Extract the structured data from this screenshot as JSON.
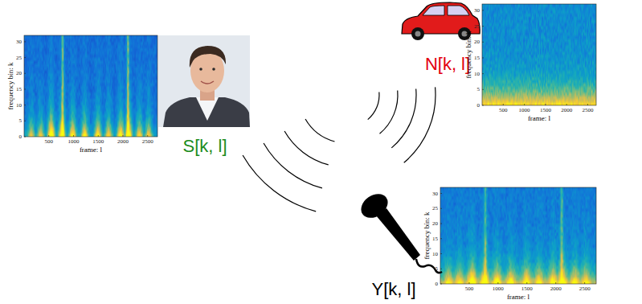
{
  "diagram": {
    "labels": [
      "S[k, l]",
      "N[k, l]",
      "Y[k, l]",
      "0",
      "5",
      "10",
      "15",
      "20",
      "25",
      "30",
      "500",
      "1000",
      "1500",
      "2000",
      "2500",
      "frequency bin: k",
      "frame: l",
      "0",
      "5",
      "10",
      "15",
      "20",
      "25",
      "30",
      "500",
      "1000",
      "1500",
      "2000",
      "2500",
      "frequency bin: k",
      "frame: l",
      "0",
      "5",
      "10",
      "15",
      "20",
      "25",
      "30",
      "500",
      "1000",
      "1500",
      "2000",
      "2500",
      "frequency bin: k",
      "frame: l"
    ]
  }
}
